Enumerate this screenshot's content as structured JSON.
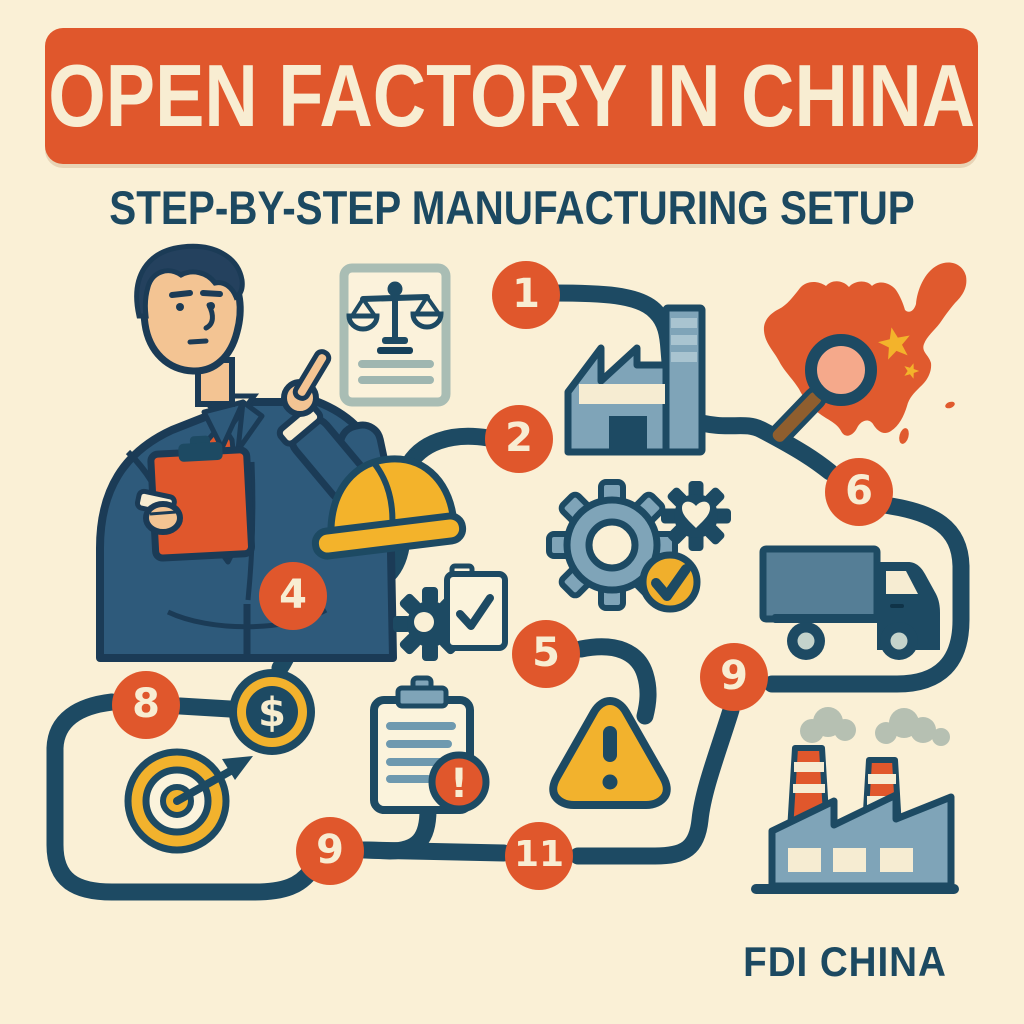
{
  "header": {
    "title": "OPEN FACTORY IN CHINA",
    "subtitle": "STEP-BY-STEP MANUFACTURING SETUP"
  },
  "footer": {
    "brand": "FDI CHINA"
  },
  "steps": [
    {
      "number": "1",
      "icon": "factory-building-icon"
    },
    {
      "number": "2",
      "icon": "hard-hat-icon"
    },
    {
      "number": "4",
      "icon": "gear-document-icon"
    },
    {
      "number": "5",
      "icon": "warning-triangle-icon"
    },
    {
      "number": "6",
      "icon": "china-map-magnifier-icon"
    },
    {
      "number": "8",
      "icon": "target-arrow-icon"
    },
    {
      "number": "9",
      "icon": "delivery-truck-icon"
    },
    {
      "number": "9",
      "icon": "clipboard-alert-icon"
    },
    {
      "number": "11",
      "icon": "smokestack-factory-icon"
    }
  ],
  "symbols": {
    "dollar_sign": "$",
    "exclamation": "!"
  },
  "colors": {
    "background": "#FAF0D6",
    "accent_orange": "#E0572C",
    "outline_navy": "#1D4A63",
    "steel_blue": "#7FA4B8",
    "golden_yellow": "#F3B32B",
    "cream": "#F8EDD2",
    "salmon": "#F5A98B",
    "sage": "#A9BDB4",
    "smoke_gray": "#B6C0B2",
    "handle_brown": "#8F5E2E"
  }
}
